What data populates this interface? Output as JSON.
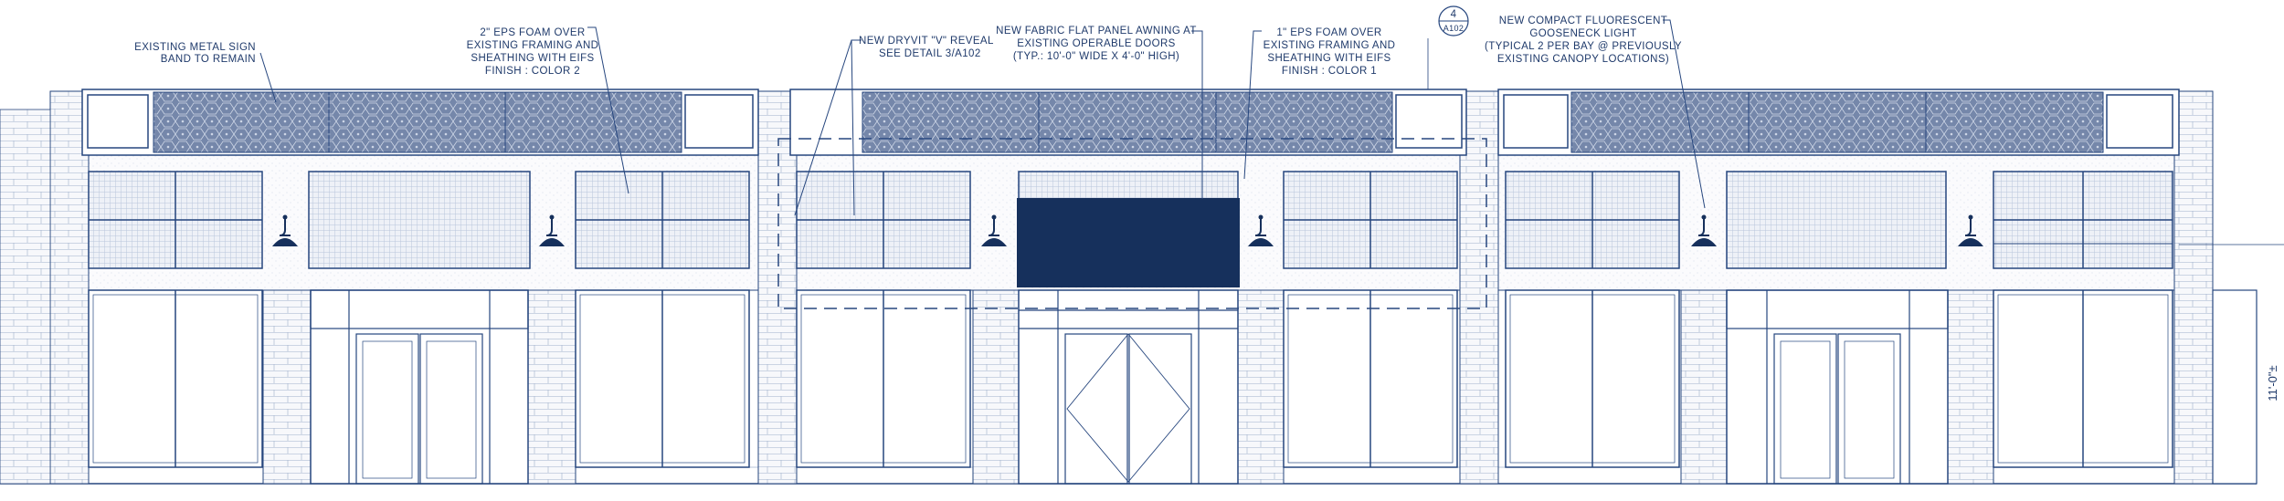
{
  "colors": {
    "line": "#26467e",
    "text": "#1f3a6b",
    "awning": "#16305c",
    "brick_fill": "#f7f8fb",
    "glass_fill": "#eef1f7"
  },
  "annotations": {
    "sign_band": [
      "EXISTING METAL SIGN",
      "BAND TO REMAIN"
    ],
    "eps_foam_2in": [
      "2\" EPS FOAM OVER",
      "EXISTING FRAMING AND",
      "SHEATHING WITH EIFS",
      "FINISH : COLOR 2"
    ],
    "drywall_reveal": [
      "NEW DRYVIT \"V\" REVEAL",
      "SEE DETAIL 3/A102"
    ],
    "awning": [
      "NEW FABRIC FLAT PANEL AWNING AT",
      "EXISTING OPERABLE DOORS",
      "(TYP.: 10'-0\" WIDE X 4'-0\" HIGH)"
    ],
    "eps_foam_1in": [
      "1\" EPS FOAM OVER",
      "EXISTING FRAMING AND",
      "SHEATHING WITH EIFS",
      "FINISH : COLOR 1"
    ],
    "gooseneck": [
      "NEW COMPACT FLUORESCENT",
      "GOOSENECK LIGHT",
      "(TYPICAL 2 PER BAY @ PREVIOUSLY",
      "EXISTING CANOPY LOCATIONS)"
    ]
  },
  "detail_tag": {
    "number": "4",
    "sheet": "A102"
  },
  "dimension": {
    "label": "11'-0\"±"
  }
}
